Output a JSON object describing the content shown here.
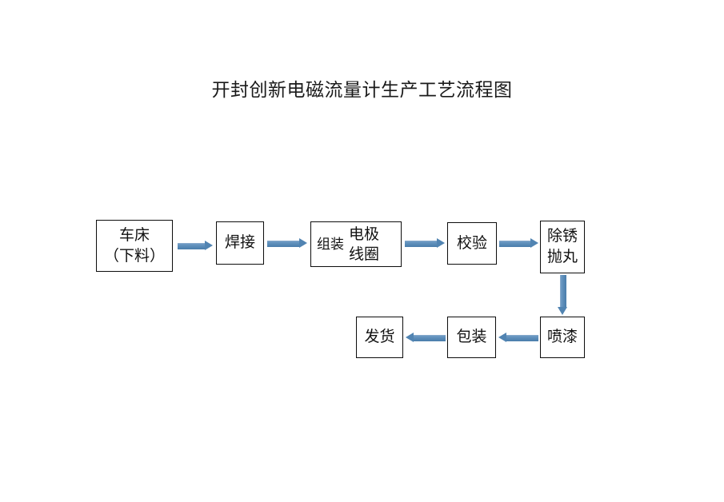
{
  "document": {
    "title": "开封创新电磁流量计生产工艺流程图"
  },
  "flowchart": {
    "type": "process-flow",
    "orientation": "horizontal-serpentine",
    "node_fill": "#ffffff",
    "node_border": "#0d0d0d",
    "arrow_color": "#5184b2",
    "nodes": [
      {
        "id": "lathe",
        "label": "车床\n（下料）",
        "row": 1,
        "order": 1
      },
      {
        "id": "welding",
        "label": "焊接",
        "row": 1,
        "order": 2
      },
      {
        "id": "assembly",
        "label_left": "组装",
        "label_right": "电极\n线圈",
        "row": 1,
        "order": 3
      },
      {
        "id": "calibration",
        "label": "校验",
        "row": 1,
        "order": 4
      },
      {
        "id": "derust",
        "label": "除锈\n抛丸",
        "row": 1,
        "order": 5
      },
      {
        "id": "painting",
        "label": "喷漆",
        "row": 2,
        "order": 1
      },
      {
        "id": "packaging",
        "label": "包装",
        "row": 2,
        "order": 2
      },
      {
        "id": "shipping",
        "label": "发货",
        "row": 2,
        "order": 3
      }
    ],
    "edges": [
      {
        "from": "lathe",
        "to": "welding",
        "direction": "right"
      },
      {
        "from": "welding",
        "to": "assembly",
        "direction": "right"
      },
      {
        "from": "assembly",
        "to": "calibration",
        "direction": "right"
      },
      {
        "from": "calibration",
        "to": "derust",
        "direction": "right"
      },
      {
        "from": "derust",
        "to": "painting",
        "direction": "down"
      },
      {
        "from": "painting",
        "to": "packaging",
        "direction": "left"
      },
      {
        "from": "packaging",
        "to": "shipping",
        "direction": "left"
      }
    ]
  }
}
